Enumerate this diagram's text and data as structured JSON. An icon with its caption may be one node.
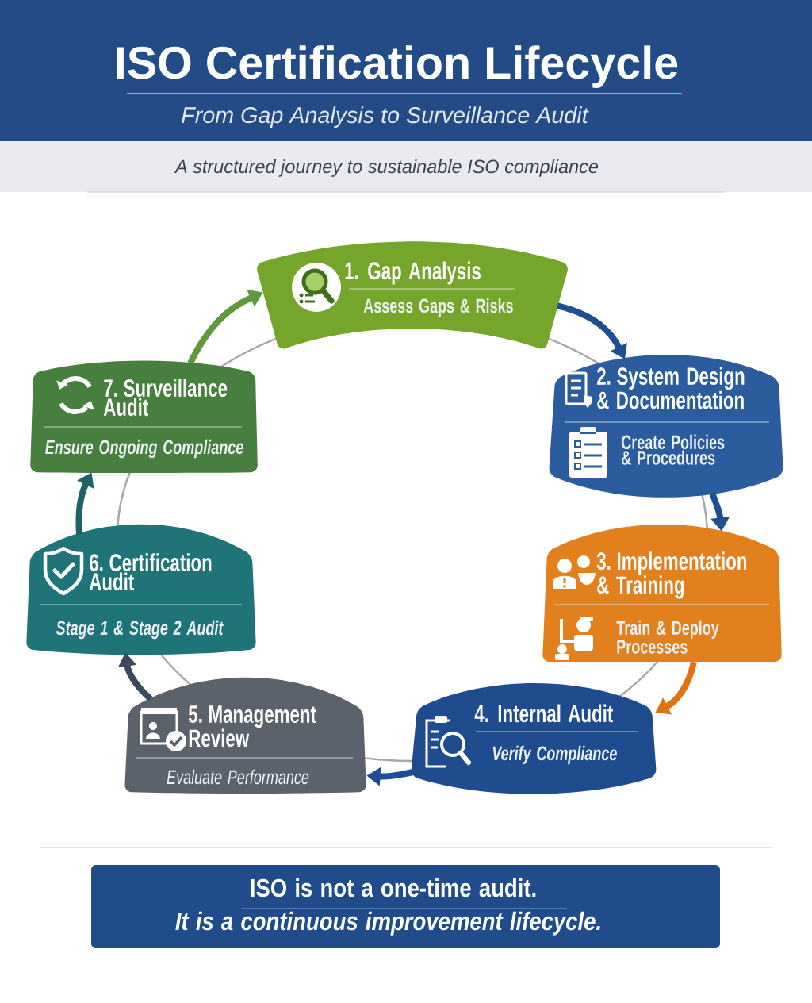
{
  "diagram": {
    "title": "ISO Certification Lifecycle",
    "nodes": [
      {
        "text": [
          "1. Gap Analysis",
          "Assess Gaps & Risks"
        ]
      },
      {
        "text": [
          "2. System Design & Documentation",
          "Create Policies & Procedures"
        ]
      },
      {
        "text": [
          "3. Implementation & Training",
          "Train & Deploy Processes"
        ]
      },
      {
        "text": [
          "4. Internal Audit",
          "Verify Compliance"
        ]
      },
      {
        "text": [
          "5. Management Review",
          "Evaluate Performance"
        ]
      },
      {
        "text": [
          "6. Certification Audit",
          "Stage 1 & Stage 2 Audit"
        ]
      },
      {
        "text": [
          "7. Surveillance Audit",
          "Ensure Ongoing Compliance"
        ]
      },
      {
        "text": [
          "ISO is not a one-time audit.",
          "It is a continuous improvement lifecycle."
        ]
      }
    ],
    "edges": [
      {
        "from": 0,
        "to": 1,
        "arrow": "to"
      },
      {
        "from": 1,
        "to": 2,
        "arrow": "to"
      },
      {
        "from": 2,
        "to": 3,
        "arrow": "to",
        "color": "#e2720f"
      },
      {
        "from": 3,
        "to": 4,
        "arrow": "to"
      },
      {
        "from": 4,
        "to": 5,
        "arrow": "to",
        "color": "#3b4a5e"
      },
      {
        "from": 5,
        "to": 6,
        "arrow": "to",
        "color": "#1e6466"
      },
      {
        "from": 6,
        "to": 0,
        "arrow": "to",
        "color": "#5e9a3c"
      }
    ],
    "labels": [
      "From Gap Analysis to Surveillance Audit",
      "A structured journey to sustainable ISO compliance"
    ]
  }
}
